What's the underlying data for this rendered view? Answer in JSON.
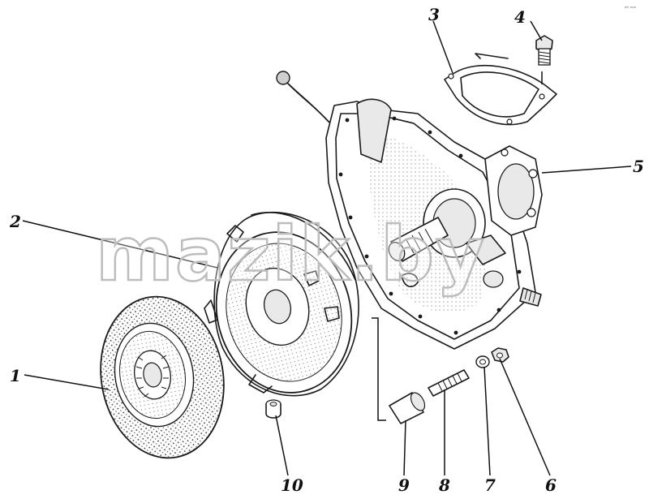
{
  "watermark": "mazik.by",
  "corner_mark": "ₐ₉ ₘₐᵣ",
  "callouts": [
    {
      "id": "1",
      "label": "1"
    },
    {
      "id": "2",
      "label": "2"
    },
    {
      "id": "3",
      "label": "3"
    },
    {
      "id": "4",
      "label": "4"
    },
    {
      "id": "5",
      "label": "5"
    },
    {
      "id": "6",
      "label": "6"
    },
    {
      "id": "7",
      "label": "7"
    },
    {
      "id": "8",
      "label": "8"
    },
    {
      "id": "9",
      "label": "9"
    },
    {
      "id": "10",
      "label": "10"
    }
  ],
  "colors": {
    "ink": "#1a1a1a",
    "paper": "#ffffff",
    "watermark_stroke": "#bdbdbd"
  }
}
